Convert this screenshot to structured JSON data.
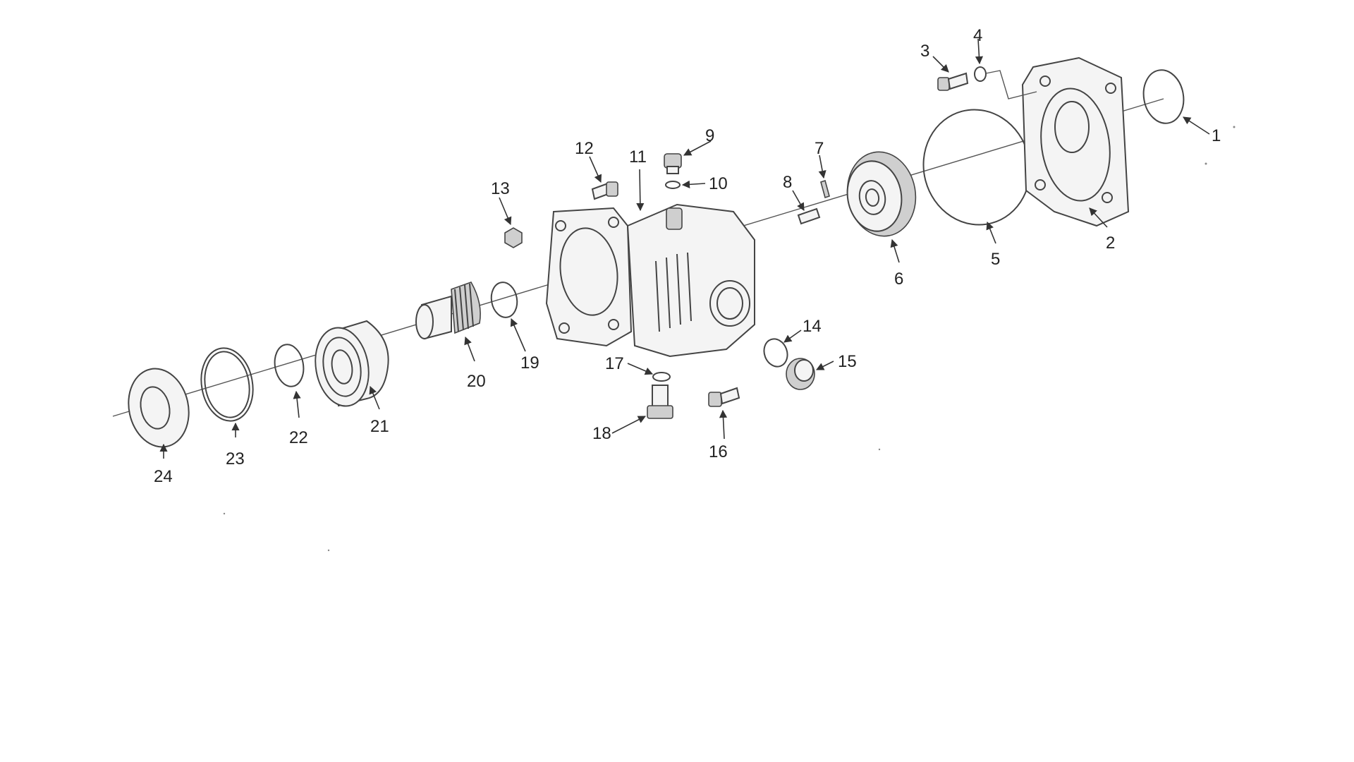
{
  "diagram": {
    "callouts": [
      {
        "id": "1",
        "label": "1"
      },
      {
        "id": "2",
        "label": "2"
      },
      {
        "id": "3",
        "label": "3"
      },
      {
        "id": "4",
        "label": "4"
      },
      {
        "id": "5",
        "label": "5"
      },
      {
        "id": "6",
        "label": "6"
      },
      {
        "id": "7",
        "label": "7"
      },
      {
        "id": "8",
        "label": "8"
      },
      {
        "id": "9",
        "label": "9"
      },
      {
        "id": "10",
        "label": "10"
      },
      {
        "id": "11",
        "label": "11"
      },
      {
        "id": "12",
        "label": "12"
      },
      {
        "id": "13",
        "label": "13"
      },
      {
        "id": "14",
        "label": "14"
      },
      {
        "id": "15",
        "label": "15"
      },
      {
        "id": "16",
        "label": "16"
      },
      {
        "id": "17",
        "label": "17"
      },
      {
        "id": "18",
        "label": "18"
      },
      {
        "id": "19",
        "label": "19"
      },
      {
        "id": "20",
        "label": "20"
      },
      {
        "id": "21",
        "label": "21"
      },
      {
        "id": "22",
        "label": "22"
      },
      {
        "id": "23",
        "label": "23"
      },
      {
        "id": "24",
        "label": "24"
      }
    ],
    "colors": {
      "line": "#444444",
      "text": "#222222",
      "background": "#ffffff"
    }
  }
}
